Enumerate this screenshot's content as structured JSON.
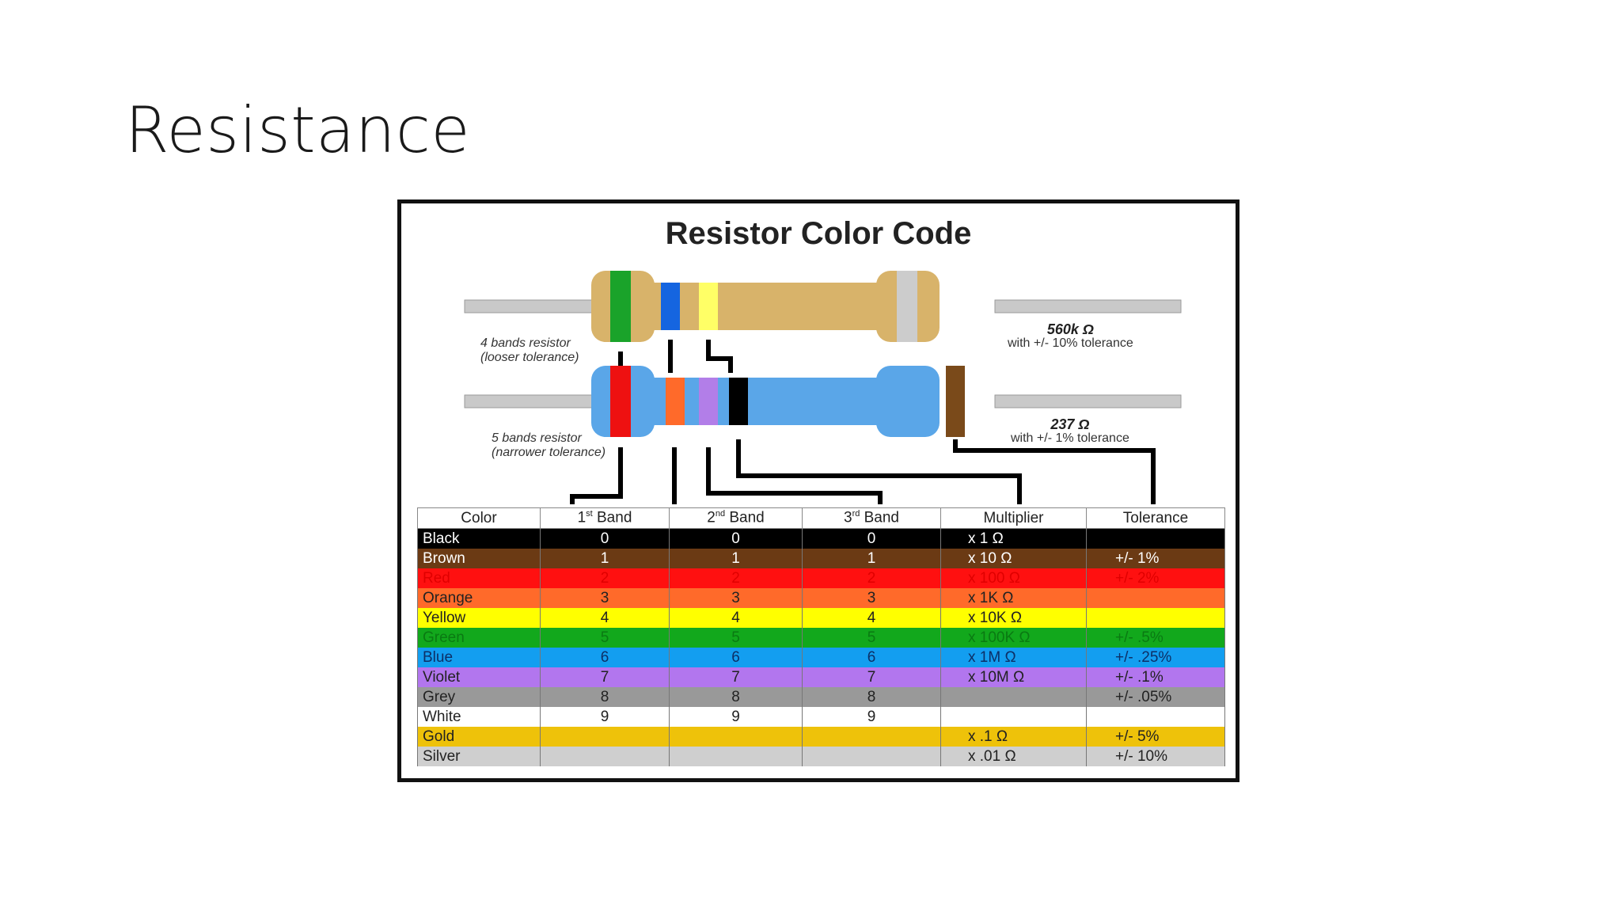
{
  "slide": {
    "title": "Resistance"
  },
  "figure": {
    "title": "Resistor Color Code",
    "four_band": {
      "label_line1": "4 bands resistor",
      "label_line2": "(looser tolerance)",
      "value": "560k Ω",
      "tolerance_text": "with +/- 10% tolerance",
      "body_color": "#d8b36a",
      "bands": [
        "#1aa32a",
        "#1565e0",
        "#ffff66",
        "#cccccc"
      ]
    },
    "five_band": {
      "label_line1": "5 bands resistor",
      "label_line2": "(narrower tolerance)",
      "value": "237 Ω",
      "tolerance_text": "with +/- 1% tolerance",
      "body_color": "#5aa6e8",
      "bands": [
        "#ee1111",
        "#ff6a2a",
        "#b27ee8",
        "#000000",
        "#7a4a1a"
      ]
    }
  },
  "table": {
    "headers": {
      "color": "Color",
      "band1": "1",
      "band1_sup": "st",
      "band1_rest": " Band",
      "band2": "2",
      "band2_sup": "nd",
      "band2_rest": " Band",
      "band3": "3",
      "band3_sup": "rd",
      "band3_rest": " Band",
      "multiplier": "Multiplier",
      "tolerance": "Tolerance"
    },
    "rows": [
      {
        "name": "Black",
        "b1": "0",
        "b2": "0",
        "b3": "0",
        "mult": "x 1 Ω",
        "tol": "",
        "bg": "#000000",
        "fg": "#ffffff"
      },
      {
        "name": "Brown",
        "b1": "1",
        "b2": "1",
        "b3": "1",
        "mult": "x 10 Ω",
        "tol": "+/-  1%",
        "bg": "#6b3a14",
        "fg": "#ffffff"
      },
      {
        "name": "Red",
        "b1": "2",
        "b2": "2",
        "b3": "2",
        "mult": "x 100 Ω",
        "tol": "+/-  2%",
        "bg": "#ff1010",
        "fg": "#e00000"
      },
      {
        "name": "Orange",
        "b1": "3",
        "b2": "3",
        "b3": "3",
        "mult": "x 1K Ω",
        "tol": "",
        "bg": "#ff6a2a",
        "fg": "#222222"
      },
      {
        "name": "Yellow",
        "b1": "4",
        "b2": "4",
        "b3": "4",
        "mult": "x 10K Ω",
        "tol": "",
        "bg": "#ffff00",
        "fg": "#222222"
      },
      {
        "name": "Green",
        "b1": "5",
        "b2": "5",
        "b3": "5",
        "mult": "x 100K Ω",
        "tol": "+/-  .5%",
        "bg": "#12a81c",
        "fg": "#0a7a12"
      },
      {
        "name": "Blue",
        "b1": "6",
        "b2": "6",
        "b3": "6",
        "mult": "x 1M Ω",
        "tol": "+/-  .25%",
        "bg": "#139ef0",
        "fg": "#0d2f66"
      },
      {
        "name": "Violet",
        "b1": "7",
        "b2": "7",
        "b3": "7",
        "mult": "x 10M Ω",
        "tol": "+/-  .1%",
        "bg": "#b276ee",
        "fg": "#222222"
      },
      {
        "name": "Grey",
        "b1": "8",
        "b2": "8",
        "b3": "8",
        "mult": "",
        "tol": "+/-  .05%",
        "bg": "#999999",
        "fg": "#222222"
      },
      {
        "name": "White",
        "b1": "9",
        "b2": "9",
        "b3": "9",
        "mult": "",
        "tol": "",
        "bg": "#ffffff",
        "fg": "#222222"
      },
      {
        "name": "Gold",
        "b1": "",
        "b2": "",
        "b3": "",
        "mult": "x .1 Ω",
        "tol": "+/-  5%",
        "bg": "#eec20a",
        "fg": "#222222"
      },
      {
        "name": "Silver",
        "b1": "",
        "b2": "",
        "b3": "",
        "mult": "x .01 Ω",
        "tol": "+/-  10%",
        "bg": "#cfcfcf",
        "fg": "#222222"
      }
    ]
  }
}
